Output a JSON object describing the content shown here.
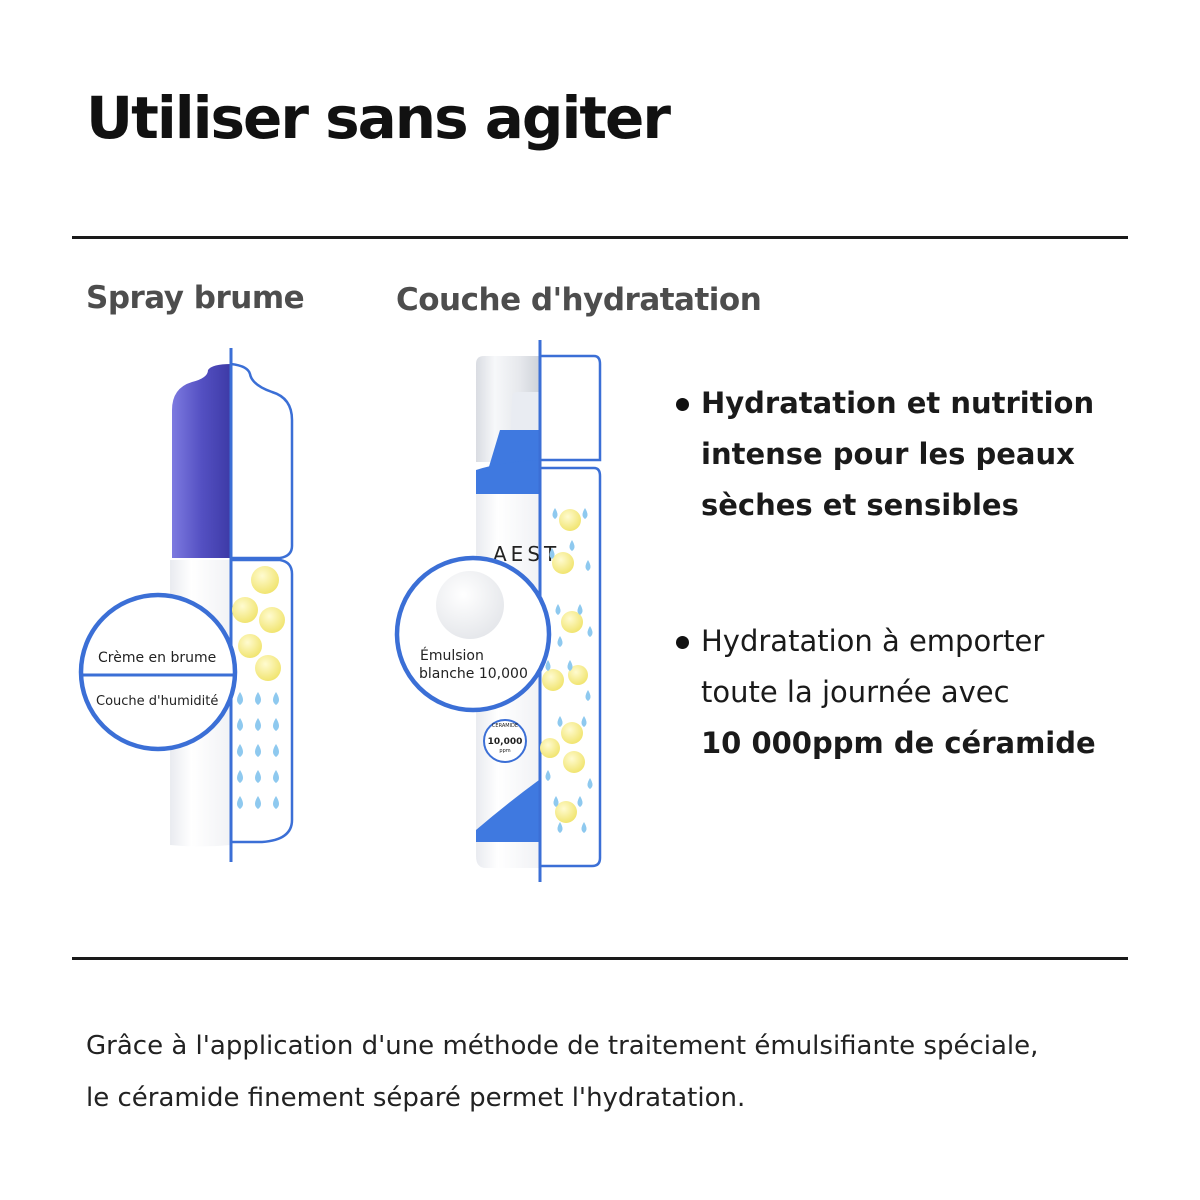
{
  "title": "Utiliser sans agiter",
  "left_label": "Spray brume",
  "right_label": "Couche d'hydratation",
  "spray_callout": {
    "top": "Crème en brume",
    "bottom": "Couche d'humidité"
  },
  "bottle": {
    "brand_fragment": "AEST",
    "badge_top": "CERAMIDE",
    "badge_number": "10,000",
    "badge_unit": "ppm",
    "callout_line1": "Émulsion",
    "callout_line2": "blanche 10,000"
  },
  "bullets": [
    {
      "lines": [
        "Hydratation et nutrition",
        "intense pour les peaux",
        "sèches et sensibles"
      ]
    },
    {
      "lines": [
        "Hydratation à emporter",
        "toute la journée avec",
        "10 000ppm de céramide"
      ]
    }
  ],
  "footer": {
    "line1": "Grâce à l'application d'une méthode de traitement émulsifiante spéciale,",
    "line2": "le céramide finement séparé permet l'hydratation."
  },
  "colors": {
    "accent_blue": "#3b6fd6",
    "cap_purple": "#5a56c4",
    "bubble_yellow": "#f4ec8a",
    "drop_blue": "#8ec9ef"
  }
}
